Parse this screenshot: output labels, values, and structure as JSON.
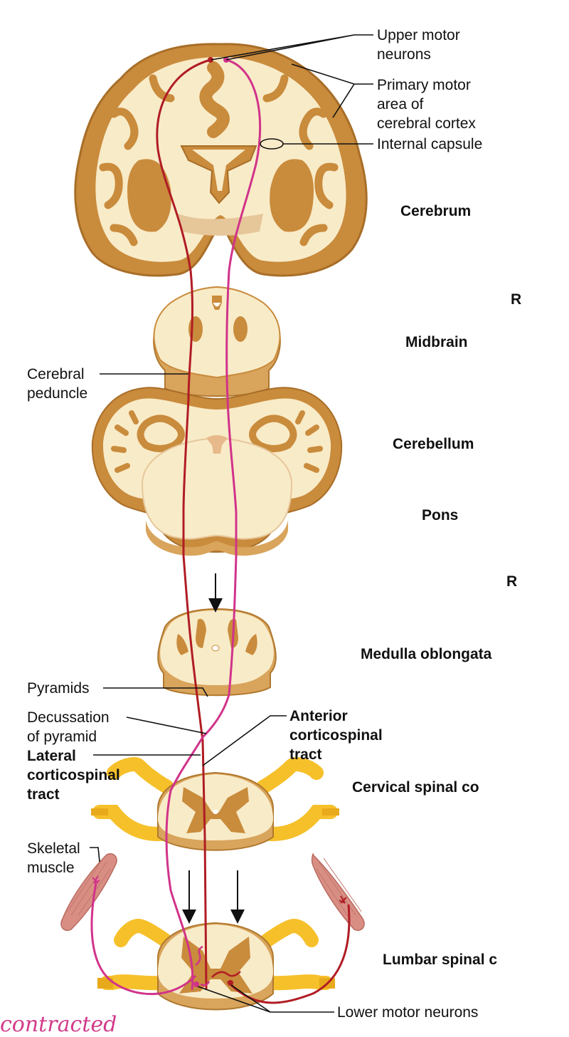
{
  "labels": {
    "upper_motor_neurons": [
      "Upper motor",
      "neurons"
    ],
    "primary_motor_area": [
      "Primary motor",
      "area of",
      "cerebral cortex"
    ],
    "internal_capsule": "Internal capsule",
    "cerebral_peduncle": [
      "Cerebral",
      "peduncle"
    ],
    "pyramids": "Pyramids",
    "decussation": [
      "Decussation",
      "of pyramid"
    ],
    "lateral_tract": [
      "Lateral",
      "corticospinal",
      "tract"
    ],
    "anterior_tract": [
      "Anterior",
      "corticospinal",
      "tract"
    ],
    "skeletal_muscle": [
      "Skeletal",
      "muscle"
    ],
    "lower_motor_neurons": "Lower motor neurons"
  },
  "regions": {
    "cerebrum": "Cerebrum",
    "midbrain": "Midbrain",
    "cerebellum": "Cerebellum",
    "pons": "Pons",
    "medulla": "Medulla oblongata",
    "cervical": "Cervical spinal co",
    "lumbar": "Lumbar spinal c",
    "cut_r1": "R",
    "cut_r2": "R"
  },
  "handwriting": "contracted",
  "colors": {
    "tissue_light": "#f8ebc8",
    "tissue_dark": "#c98b3c",
    "tissue_outline": "#b0782e",
    "nerve_yellow": "#f6c02a",
    "tract_red": "#b01c24",
    "tract_pink": "#d1338a",
    "muscle": "#d98e84"
  }
}
